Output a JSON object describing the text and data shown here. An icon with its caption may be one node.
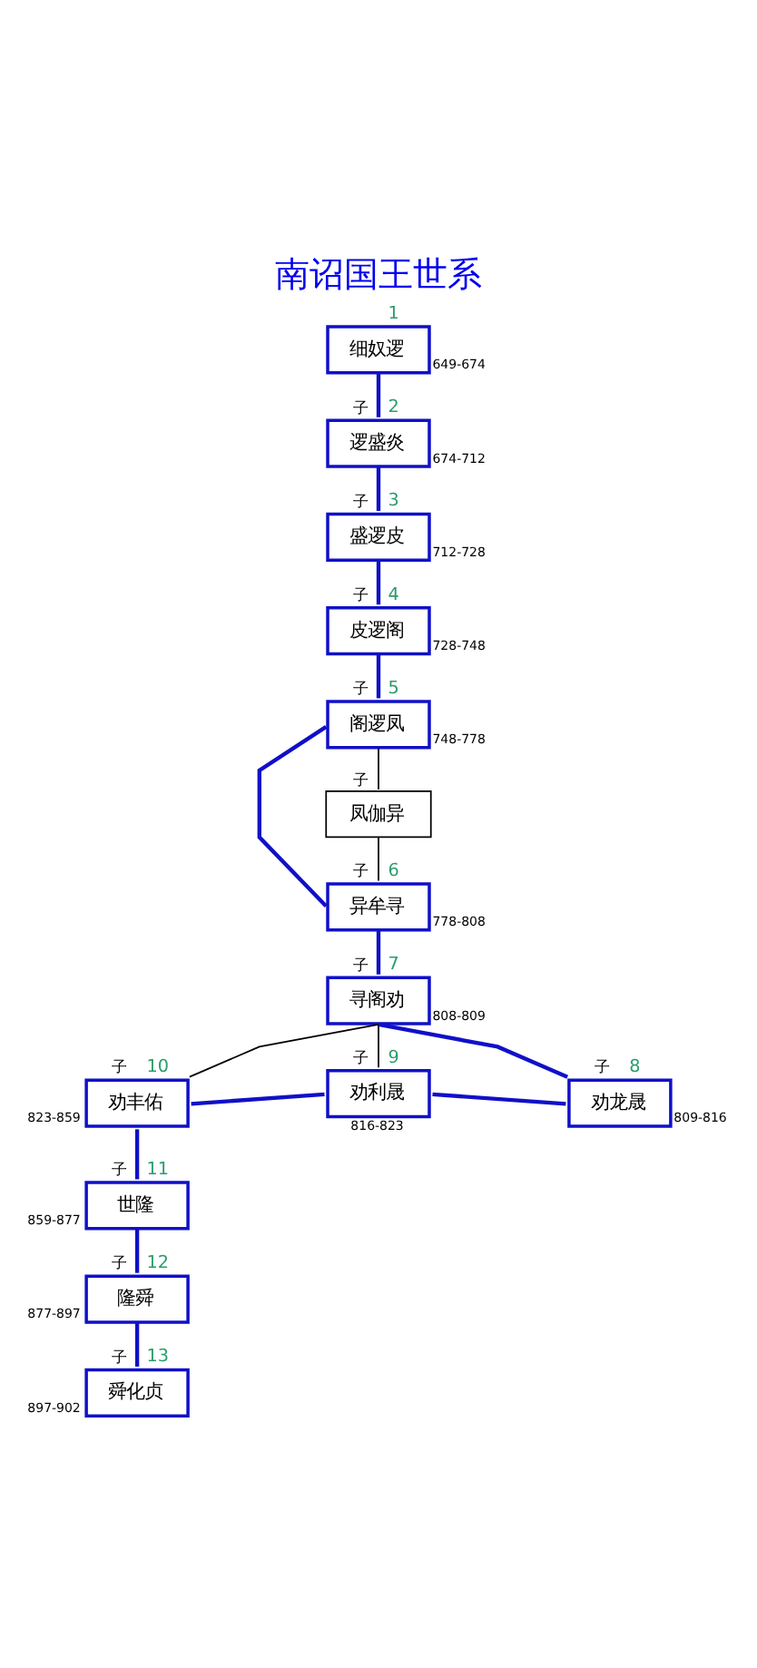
{
  "diagram": {
    "title": "南诏国王世系",
    "nodes": [
      {
        "text": [
          "细奴逻"
        ],
        "beside": [
          "1",
          "649-674"
        ]
      },
      {
        "text": [
          "逻盛炎"
        ],
        "beside": [
          "子",
          "2",
          "674-712"
        ]
      },
      {
        "text": [
          "盛逻皮"
        ],
        "beside": [
          "子",
          "3",
          "712-728"
        ]
      },
      {
        "text": [
          "皮逻阁"
        ],
        "beside": [
          "子",
          "4",
          "728-748"
        ]
      },
      {
        "text": [
          "阁逻凤"
        ],
        "beside": [
          "子",
          "5",
          "748-778"
        ]
      },
      {
        "text": [
          "凤伽异"
        ],
        "beside": [
          "子"
        ]
      },
      {
        "text": [
          "异牟寻"
        ],
        "beside": [
          "子",
          "6",
          "778-808"
        ]
      },
      {
        "text": [
          "寻阁劝"
        ],
        "beside": [
          "子",
          "7",
          "808-809"
        ]
      },
      {
        "text": [
          "劝丰佑"
        ],
        "beside": [
          "子",
          "10",
          "823-859"
        ]
      },
      {
        "text": [
          "劝利晟"
        ],
        "beside": [
          "子",
          "9",
          "816-823"
        ]
      },
      {
        "text": [
          "劝龙晟"
        ],
        "beside": [
          "子",
          "8",
          "809-816"
        ]
      },
      {
        "text": [
          "世隆"
        ],
        "beside": [
          "子",
          "11",
          "859-877"
        ]
      },
      {
        "text": [
          "隆舜"
        ],
        "beside": [
          "子",
          "12",
          "877-897"
        ]
      },
      {
        "text": [
          "舜化贞"
        ],
        "beside": [
          "子",
          "13",
          "897-902"
        ]
      }
    ],
    "edges": [
      {
        "from": 0,
        "to": 1,
        "arrow": "none"
      },
      {
        "from": 1,
        "to": 2,
        "arrow": "none"
      },
      {
        "from": 2,
        "to": 3,
        "arrow": "none"
      },
      {
        "from": 3,
        "to": 4,
        "arrow": "none"
      },
      {
        "from": 4,
        "to": 5,
        "arrow": "none",
        "color": "#000000"
      },
      {
        "from": 5,
        "to": 6,
        "arrow": "none",
        "color": "#000000"
      },
      {
        "from": 4,
        "to": 6,
        "arrow": "none"
      },
      {
        "from": 6,
        "to": 7,
        "arrow": "none"
      },
      {
        "from": 7,
        "to": 8,
        "arrow": "none",
        "color": "#000000"
      },
      {
        "from": 7,
        "to": 9,
        "arrow": "none",
        "color": "#000000"
      },
      {
        "from": 7,
        "to": 10,
        "arrow": "none"
      },
      {
        "from": 8,
        "to": 9,
        "arrow": "none"
      },
      {
        "from": 9,
        "to": 10,
        "arrow": "none"
      },
      {
        "from": 8,
        "to": 11,
        "arrow": "none"
      },
      {
        "from": 11,
        "to": 12,
        "arrow": "none"
      },
      {
        "from": 12,
        "to": 13,
        "arrow": "none"
      }
    ]
  }
}
